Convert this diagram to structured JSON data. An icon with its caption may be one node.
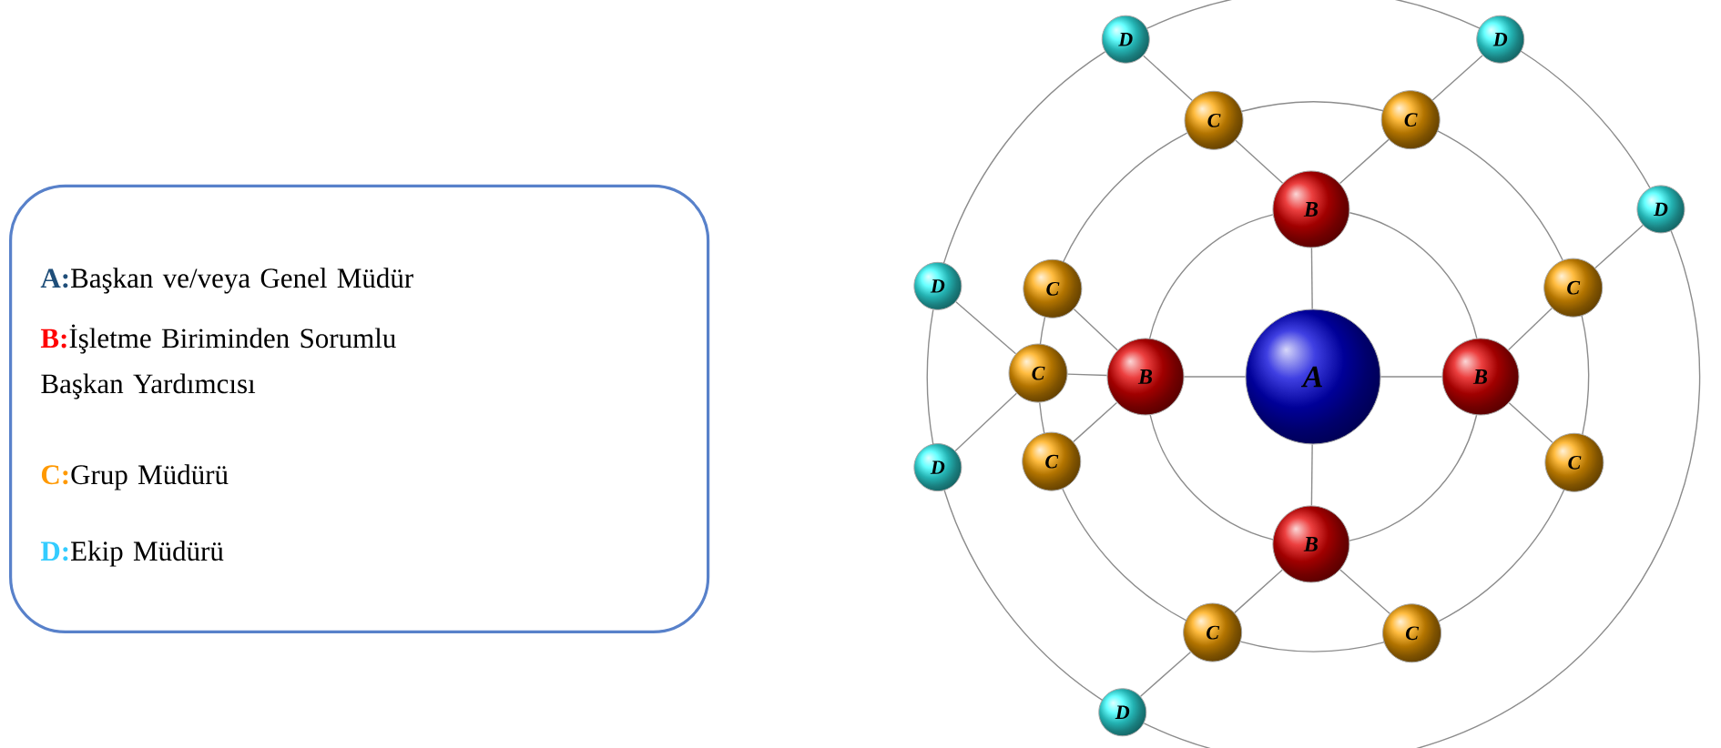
{
  "diagram": {
    "nodes": [
      {
        "text": [
          "A:",
          "Başkan ve/veya Genel Müdür",
          "B:",
          "İşletme Biriminden Sorumlu Başkan Yardımcısı",
          "C:",
          "Grup Müdürü",
          "D:",
          "Ekip Müdürü"
        ]
      },
      {
        "text": [
          "A"
        ]
      },
      {
        "text": [
          "B"
        ]
      },
      {
        "text": [
          "B"
        ]
      },
      {
        "text": [
          "B"
        ]
      },
      {
        "text": [
          "B"
        ]
      },
      {
        "text": [
          "C"
        ]
      },
      {
        "text": [
          "C"
        ]
      },
      {
        "text": [
          "C"
        ]
      },
      {
        "text": [
          "C"
        ]
      },
      {
        "text": [
          "C"
        ]
      },
      {
        "text": [
          "C"
        ]
      },
      {
        "text": [
          "C"
        ]
      },
      {
        "text": [
          "C"
        ]
      },
      {
        "text": [
          "C"
        ]
      },
      {
        "text": [
          "D"
        ]
      },
      {
        "text": [
          "D"
        ]
      },
      {
        "text": [
          "D"
        ]
      },
      {
        "text": [
          "D"
        ]
      },
      {
        "text": [
          "D"
        ]
      },
      {
        "text": [
          "D"
        ]
      }
    ],
    "edges": [
      {
        "from": 1,
        "to": 2,
        "arrow": "none"
      },
      {
        "from": 1,
        "to": 3,
        "arrow": "none"
      },
      {
        "from": 1,
        "to": 4,
        "arrow": "none"
      },
      {
        "from": 1,
        "to": 5,
        "arrow": "none"
      },
      {
        "from": 2,
        "to": 6,
        "arrow": "none"
      },
      {
        "from": 2,
        "to": 7,
        "arrow": "none"
      },
      {
        "from": 3,
        "to": 8,
        "arrow": "none"
      },
      {
        "from": 3,
        "to": 10,
        "arrow": "none"
      },
      {
        "from": 3,
        "to": 11,
        "arrow": "none"
      },
      {
        "from": 4,
        "to": 9,
        "arrow": "none"
      },
      {
        "from": 4,
        "to": 12,
        "arrow": "none"
      },
      {
        "from": 5,
        "to": 13,
        "arrow": "none"
      },
      {
        "from": 5,
        "to": 14,
        "arrow": "none"
      },
      {
        "from": 6,
        "to": 15,
        "arrow": "none"
      },
      {
        "from": 7,
        "to": 16,
        "arrow": "none"
      },
      {
        "from": 9,
        "to": 17,
        "arrow": "none"
      },
      {
        "from": 10,
        "to": 18,
        "arrow": "none"
      },
      {
        "from": 10,
        "to": 19,
        "arrow": "none"
      },
      {
        "from": 13,
        "to": 20,
        "arrow": "none"
      },
      {
        "from": 2,
        "to": 3,
        "arrow": "none"
      },
      {
        "from": 2,
        "to": 4,
        "arrow": "none"
      },
      {
        "from": 3,
        "to": 5,
        "arrow": "none"
      },
      {
        "from": 4,
        "to": 5,
        "arrow": "none"
      },
      {
        "from": 6,
        "to": 7,
        "arrow": "none"
      },
      {
        "from": 6,
        "to": 8,
        "arrow": "none"
      },
      {
        "from": 8,
        "to": 10,
        "arrow": "none"
      },
      {
        "from": 10,
        "to": 11,
        "arrow": "none"
      },
      {
        "from": 11,
        "to": 13,
        "arrow": "none"
      },
      {
        "from": 13,
        "to": 14,
        "arrow": "none"
      },
      {
        "from": 14,
        "to": 12,
        "arrow": "none"
      },
      {
        "from": 12,
        "to": 9,
        "arrow": "none"
      },
      {
        "from": 9,
        "to": 7,
        "arrow": "none"
      },
      {
        "from": 15,
        "to": 16,
        "arrow": "none"
      },
      {
        "from": 15,
        "to": 18,
        "arrow": "none"
      },
      {
        "from": 18,
        "to": 19,
        "arrow": "none"
      },
      {
        "from": 19,
        "to": 20,
        "arrow": "none"
      },
      {
        "from": 20,
        "to": 17,
        "arrow": "none"
      },
      {
        "from": 17,
        "to": 16,
        "arrow": "none"
      }
    ]
  }
}
